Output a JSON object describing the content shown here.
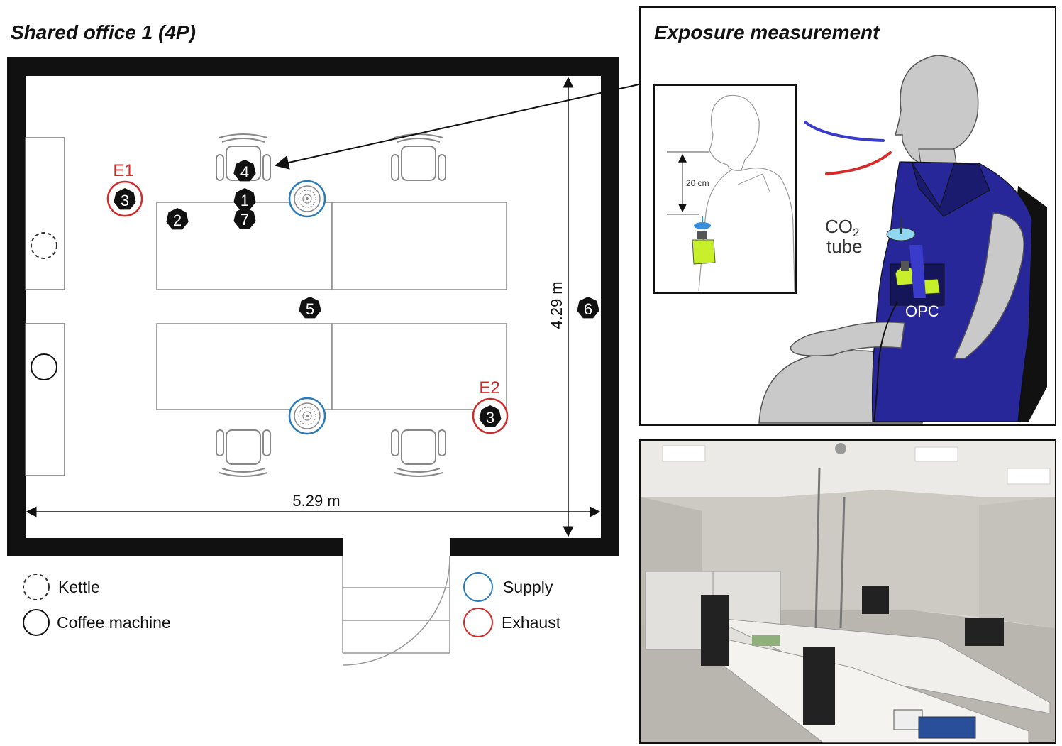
{
  "floor_plan": {
    "title": "Shared office 1 (4P)",
    "width_label": "5.29 m",
    "height_label": "4.29 m",
    "exhaust_labels": [
      "E1",
      "E2"
    ],
    "markers": [
      "4",
      "1",
      "7",
      "2",
      "5",
      "6",
      "3",
      "3"
    ]
  },
  "legend": {
    "kettle": "Kettle",
    "coffee": "Coffee machine",
    "supply": "Supply",
    "exhaust": "Exhaust"
  },
  "exposure": {
    "title": "Exposure measurement",
    "co2_main": "CO",
    "co2_sub": "2",
    "tube": "tube",
    "opc": "OPC",
    "distance": "20 cm"
  },
  "colors": {
    "supply": "#2b7bb9",
    "exhaust": "#d42a2a",
    "mannequin": "#c9c9c9",
    "vest": "#27279a",
    "sensor_green": "#c8f02a",
    "co2_tube": "#8fd8f0"
  }
}
